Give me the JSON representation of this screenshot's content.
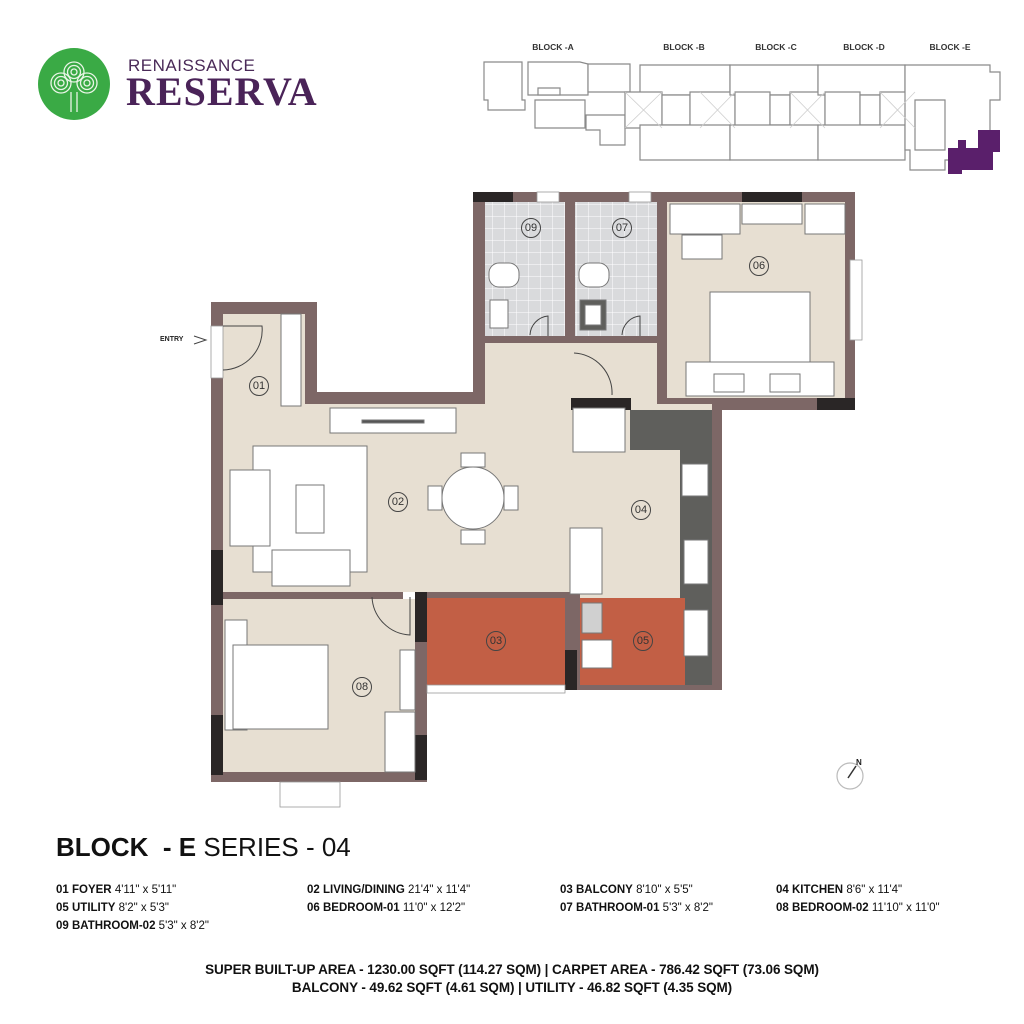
{
  "brand": {
    "small": "RENAISSANCE",
    "large": "RESERVA",
    "logo_color": "#3aaa45",
    "text_color": "#4a2358"
  },
  "key_plan": {
    "blocks": [
      "BLOCK -A",
      "BLOCK -B",
      "BLOCK -C",
      "BLOCK -D",
      "BLOCK -E"
    ],
    "highlight_color": "#5a1f6b",
    "highlighted_block": "BLOCK -E"
  },
  "floor_plan": {
    "entry_label": "ENTRY",
    "compass_label": "N",
    "rooms": [
      {
        "num": "01"
      },
      {
        "num": "02"
      },
      {
        "num": "03"
      },
      {
        "num": "04"
      },
      {
        "num": "05"
      },
      {
        "num": "06"
      },
      {
        "num": "07"
      },
      {
        "num": "08"
      },
      {
        "num": "09"
      }
    ],
    "colors": {
      "wall": "#7d6766",
      "floor": "#e7dfd2",
      "balcony": "#c25f45",
      "bath_tile": "#d9dadc",
      "counter": "#5f5f5c",
      "window_dark": "#2a2626"
    }
  },
  "title": {
    "block": "BLOCK",
    "dash_e": "- E",
    "series": "SERIES - 04"
  },
  "rooms_legend": [
    {
      "code": "01",
      "name": "01 FOYER",
      "size": "4'11\" x  5'11\""
    },
    {
      "code": "02",
      "name": "02 LIVING/DINING",
      "size": "21'4\" x  11'4\""
    },
    {
      "code": "03",
      "name": "03 BALCONY",
      "size": "8'10\" x 5'5\""
    },
    {
      "code": "04",
      "name": "04 KITCHEN",
      "size": "8'6\" x 11'4\""
    },
    {
      "code": "05",
      "name": "05 UTILITY",
      "size": "8'2\" x 5'3\""
    },
    {
      "code": "06",
      "name": "06 BEDROOM-01",
      "size": "11'0\" x 12'2\""
    },
    {
      "code": "07",
      "name": "07 BATHROOM-01",
      "size": "5'3\" x 8'2\""
    },
    {
      "code": "08",
      "name": "08 BEDROOM-02",
      "size": "11'10\" x 11'0\""
    },
    {
      "code": "09",
      "name": "09 BATHROOM-02",
      "size": "5'3\" x 8'2\""
    }
  ],
  "areas": {
    "line1": "SUPER BUILT-UP AREA - 1230.00 SQFT (114.27 SQM)   |   CARPET AREA - 786.42 SQFT (73.06 SQM)",
    "line2": "BALCONY - 49.62 SQFT (4.61 SQM)  |  UTILITY - 46.82 SQFT (4.35 SQM)"
  }
}
